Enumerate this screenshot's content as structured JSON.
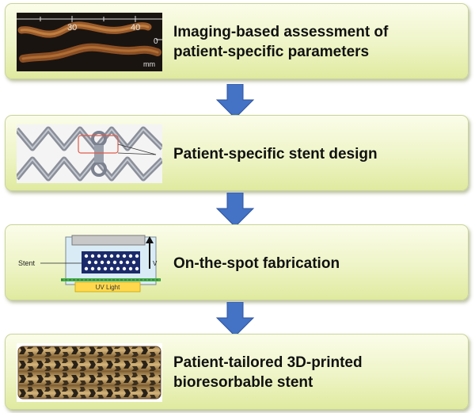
{
  "steps": [
    {
      "label": "Imaging-based assessment of\npatient-specific parameters",
      "image": {
        "name": "vessel-imaging-image",
        "scale_labels": [
          "30",
          "40",
          "0",
          "mm"
        ]
      }
    },
    {
      "label": "Patient-specific stent design",
      "image": {
        "name": "stent-design-model-image"
      }
    },
    {
      "label": "On-the-spot fabrication",
      "image": {
        "name": "fabrication-schematic-image",
        "stent_label": "Stent",
        "uv_label": "UV Light",
        "velocity_label": "V"
      }
    },
    {
      "label": "Patient-tailored 3D-printed\nbioresorbable stent",
      "image": {
        "name": "printed-stent-photo"
      }
    }
  ],
  "colors": {
    "arrow": "#4472c4",
    "box_top": "#fbfde9",
    "box_bottom": "#e0ea9f",
    "box_border": "#c9d49a"
  }
}
